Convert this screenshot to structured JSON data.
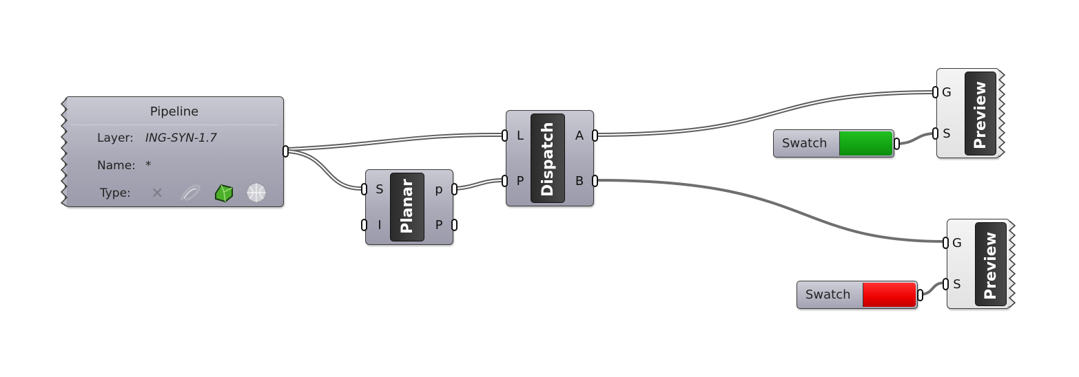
{
  "pipeline": {
    "title": "Pipeline",
    "layer_label": "Layer:",
    "layer_value": "ING-SYN-1.7",
    "name_label": "Name:",
    "name_value": "*",
    "type_label": "Type:",
    "type_icons": [
      "x-icon",
      "curve-icon",
      "brep-icon",
      "mesh-icon"
    ]
  },
  "planar": {
    "title": "Planar",
    "inputs": [
      "S",
      "I"
    ],
    "outputs": [
      "p",
      "P"
    ]
  },
  "dispatch": {
    "title": "Dispatch",
    "inputs": [
      "L",
      "P"
    ],
    "outputs": [
      "A",
      "B"
    ]
  },
  "preview_top": {
    "title": "Preview",
    "inputs": [
      "G",
      "S"
    ]
  },
  "preview_bottom": {
    "title": "Preview",
    "inputs": [
      "G",
      "S"
    ]
  },
  "swatch_top": {
    "label": "Swatch",
    "color": "#12a412"
  },
  "swatch_bottom": {
    "label": "Swatch",
    "color": "#ee0000"
  },
  "colors": {
    "wire": "#6f6f6f",
    "component_fill": "#a9a9b8",
    "preview_fill": "#e6e6e6",
    "accent_green": "#4caf2a"
  }
}
